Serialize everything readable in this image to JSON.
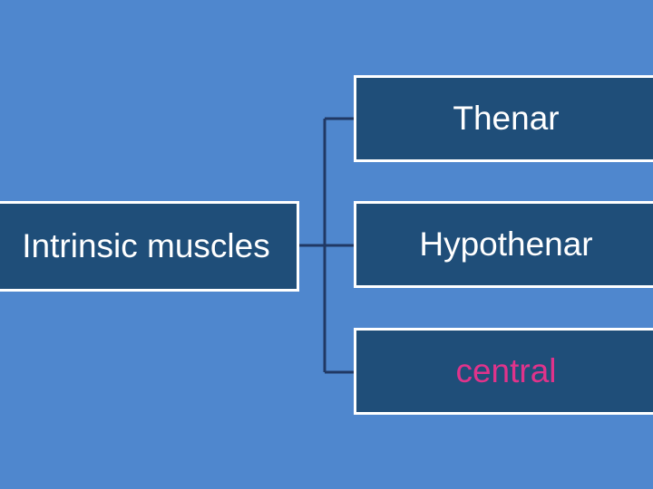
{
  "diagram": {
    "background_color": "#4f87ce",
    "node_fill_color": "#1f4e79",
    "node_border_color": "#ffffff",
    "connector_color": "#203864",
    "root": {
      "label": "Intrinsic muscles",
      "text_color": "#ffffff"
    },
    "branches": [
      {
        "label": "Thenar",
        "text_color": "#ffffff"
      },
      {
        "label": "Hypothenar",
        "text_color": "#ffffff"
      },
      {
        "label": "central",
        "text_color": "#e0338b"
      }
    ]
  }
}
